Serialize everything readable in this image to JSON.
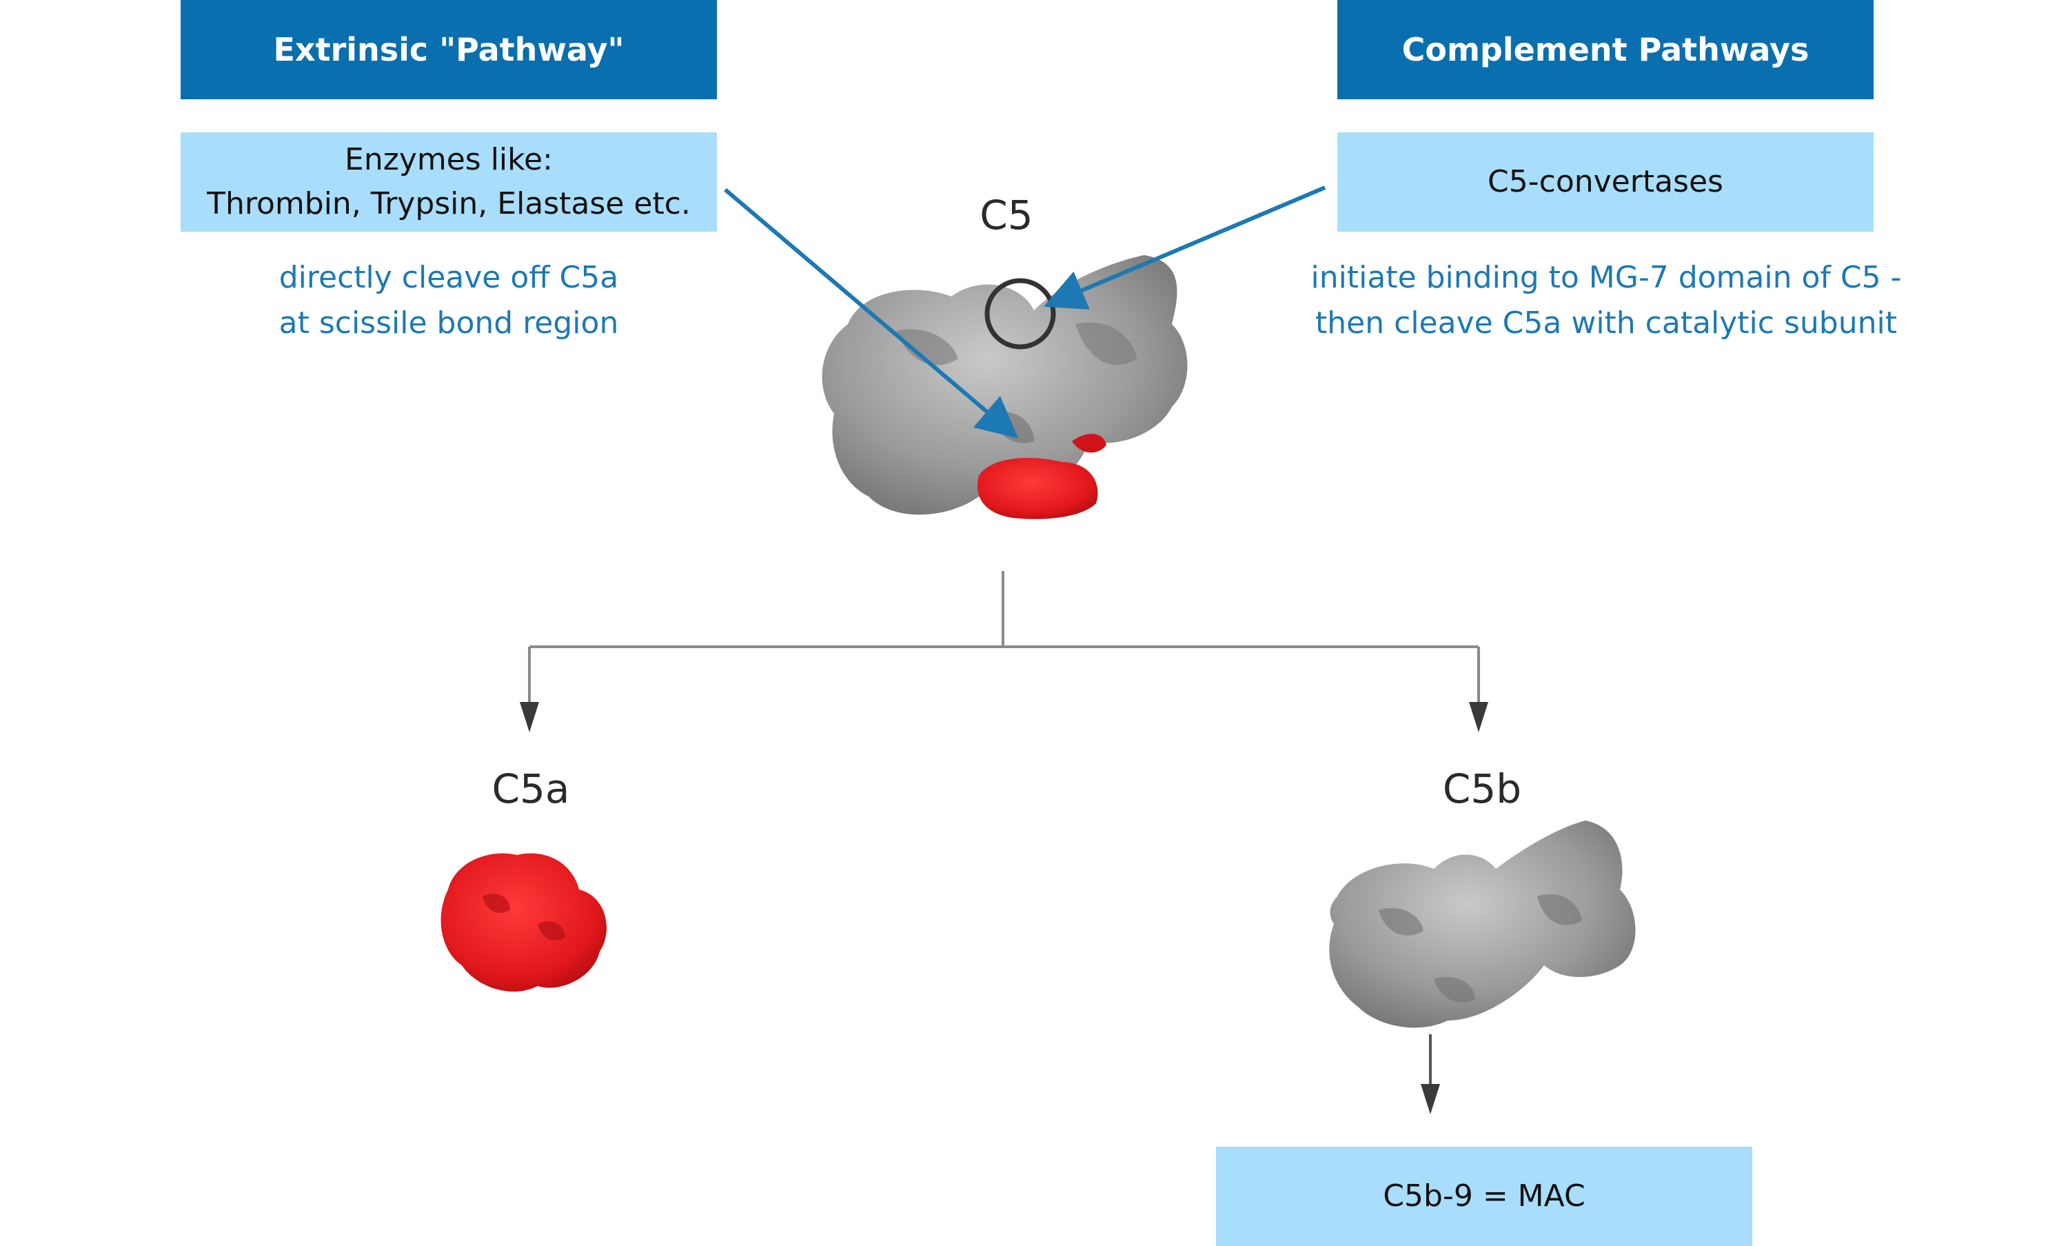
{
  "left_header": "Extrinsic \"Pathway\"",
  "right_header": "Complement Pathways",
  "left_box": {
    "line1": "Enzymes like:",
    "line2": "Thrombin, Trypsin, Elastase etc."
  },
  "right_box": "C5-convertases",
  "left_note": {
    "line1": "directly cleave off C5a",
    "line2": "at scissile bond region"
  },
  "right_note": {
    "line1": "initiate binding to MG-7 domain of C5 -",
    "line2": "then cleave C5a with catalytic subunit"
  },
  "labels": {
    "c5": "C5",
    "c5a": "C5a",
    "c5b": "C5b"
  },
  "mac_box": "C5b-9 = MAC",
  "colors": {
    "header_bg": "#0a6fae",
    "box_bg": "#a8defb",
    "note_text": "#1d79b3",
    "protein_gray": "#8f8f8f",
    "protein_red": "#e0171b"
  }
}
